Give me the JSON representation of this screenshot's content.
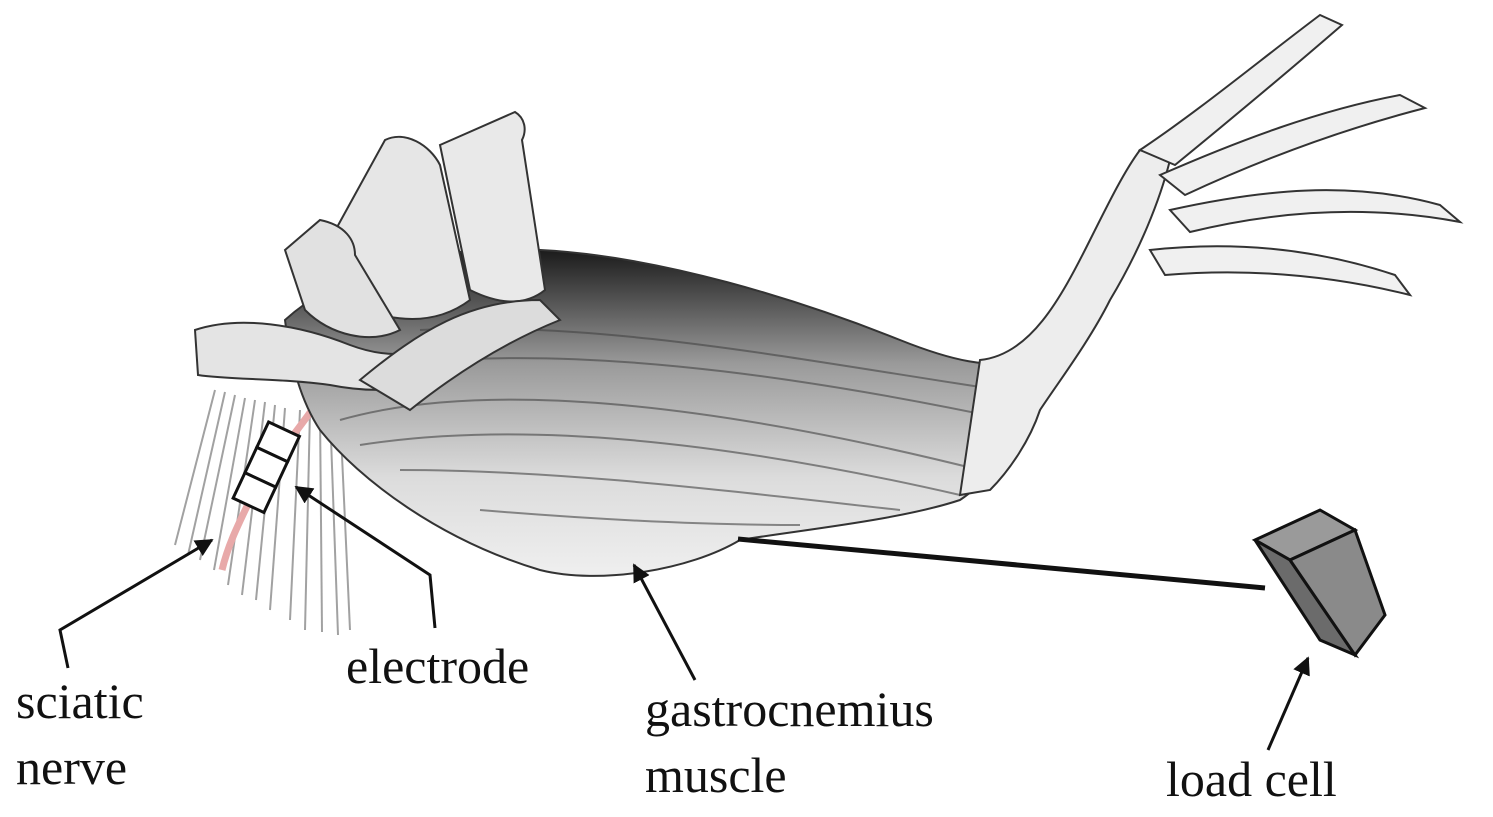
{
  "labels": {
    "sciatic_nerve": [
      "sciatic",
      "nerve"
    ],
    "electrode": "electrode",
    "gastrocnemius_muscle": [
      "gastrocnemius",
      "muscle"
    ],
    "load_cell": "load cell"
  },
  "colors": {
    "ink": "#111111",
    "muscle_light": "#e4e4e4",
    "muscle_mid": "#bdbdbd",
    "muscle_dark": "#1e1e1e",
    "nerve": "#e8a9a9",
    "load_cell": "#7a7a7a"
  }
}
